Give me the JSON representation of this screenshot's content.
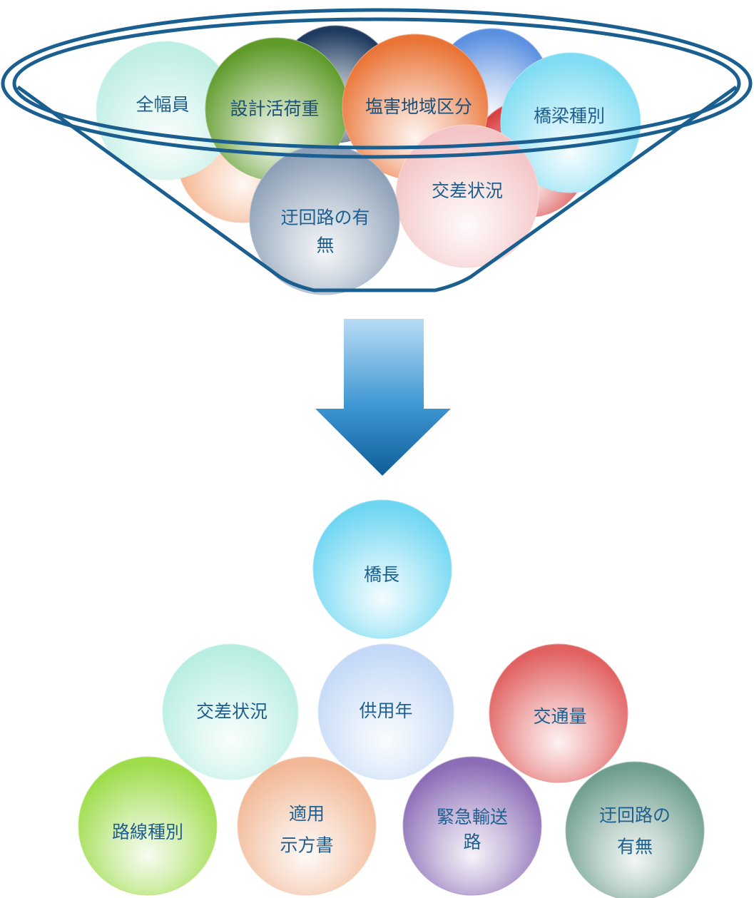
{
  "funnel": {
    "bubbles": [
      {
        "id": "navy",
        "label": "",
        "color": "#1e3a5f"
      },
      {
        "id": "blue-back",
        "label": "",
        "color": "#5b8fe0"
      },
      {
        "id": "red-back",
        "label": "",
        "color": "#d94040"
      },
      {
        "id": "peach-back",
        "label": "",
        "color": "#f3a77a"
      },
      {
        "id": "zenpukuin",
        "label": "全幅員",
        "color": "#bfeee4"
      },
      {
        "id": "sekkei",
        "label": "設計活荷重",
        "color": "#5f9a2a"
      },
      {
        "id": "engai",
        "label": "塩害地域区分",
        "color": "#ea7436"
      },
      {
        "id": "kyoryo",
        "label": "橋梁種別",
        "color": "#7fdcf2"
      },
      {
        "id": "kosa",
        "label": "交差状況",
        "color": "#f4c4c6"
      },
      {
        "id": "ukairo",
        "label": "迂回路の有\n無",
        "color": "#8c9fb6"
      }
    ]
  },
  "arrow": {
    "color_top": "#b9dcf4",
    "color_bottom": "#0f5d97"
  },
  "result": {
    "bubbles": [
      {
        "id": "kyocho",
        "label": "橋長",
        "color": "#6fd6f2"
      },
      {
        "id": "kosa2",
        "label": "交差状況",
        "color": "#b8eee2"
      },
      {
        "id": "kyoyo",
        "label": "供用年",
        "color": "#c3d9f7"
      },
      {
        "id": "kotsuryo",
        "label": "交通量",
        "color": "#e16060"
      },
      {
        "id": "rosen",
        "label": "路線種別",
        "color": "#9edc4a"
      },
      {
        "id": "tekiyo",
        "label": "適用\n示方書",
        "color": "#f2b896"
      },
      {
        "id": "kinkyu",
        "label": "緊急輸送\n路",
        "color": "#8b6cb6"
      },
      {
        "id": "ukairo2",
        "label": "迂回路の\n有無",
        "color": "#6e9e8e"
      }
    ]
  }
}
